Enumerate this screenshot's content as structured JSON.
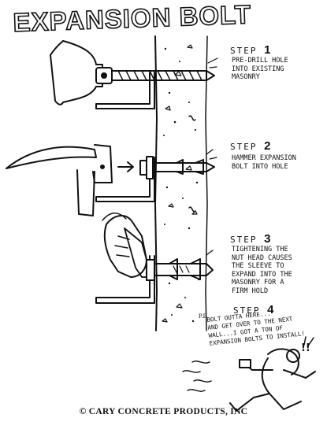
{
  "title": "EXPANSION BOLT",
  "steps": [
    {
      "label": "STEP",
      "number": "1",
      "text": "PRE-DRILL HOLE\nINTO EXISTING\nMASONRY"
    },
    {
      "label": "STEP",
      "number": "2",
      "text": "HAMMER EXPANSION\nBOLT INTO HOLE"
    },
    {
      "label": "STEP",
      "number": "3",
      "text": "TIGHTENING THE\nNUT HEAD CAUSES\nTHE SLEEVE TO\nEXPAND INTO THE\nMASONRY FOR A\nFIRM HOLD"
    },
    {
      "label": "STEP",
      "number": "4",
      "text": "BOLT OUTTA HERE...\nAND GET OVER TO THE NEXT\nWALL...I GOT A TON OF\nEXPANSION BOLTS TO INSTALL!"
    }
  ],
  "exclaim": "!!",
  "signature": "P.B.",
  "footer": "© CARY CONCRETE PRODUCTS, INC"
}
